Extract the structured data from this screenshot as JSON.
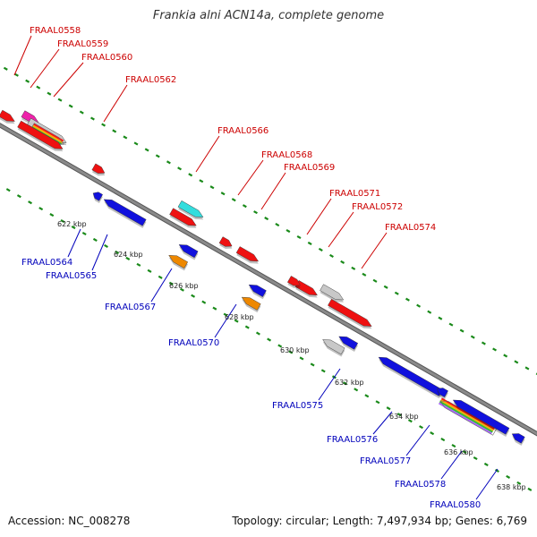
{
  "title": "Frankia alni ACN14a, complete genome",
  "footer": {
    "accession": "Accession: NC_008278",
    "summary": "Topology: circular; Length: 7,497,934 bp; Genes: 6,769"
  },
  "colors": {
    "forward_label": "#cc0000",
    "reverse_label": "#0000bb",
    "backbone": "#8a8a8a",
    "ticks": "#1a8a1a",
    "gene_red": "#ee1111",
    "gene_blue": "#1111dd",
    "gene_cyan": "#33dddd",
    "gene_orange": "#ee8800",
    "gene_gray": "#c8c8c8",
    "gene_magenta": "#ee22aa",
    "gene_multicolor": [
      "#ff1111",
      "#ffaa00",
      "#33bb33",
      "#aa66ff"
    ]
  },
  "forward_genes": [
    {
      "id": "FRAAL0558",
      "color": "magenta"
    },
    {
      "id": "FRAAL0559",
      "color": "gray"
    },
    {
      "id": "FRAAL0560",
      "color": "multicolor"
    },
    {
      "id": "FRAAL0562",
      "color": "red"
    },
    {
      "id": "FRAAL0566",
      "color": "cyan"
    },
    {
      "id": "FRAAL0568",
      "color": "red"
    },
    {
      "id": "FRAAL0569",
      "color": "red"
    },
    {
      "id": "FRAAL0571",
      "color": "red"
    },
    {
      "id": "FRAAL0572",
      "color": "gray"
    },
    {
      "id": "FRAAL0574",
      "color": "red"
    }
  ],
  "reverse_genes": [
    {
      "id": "FRAAL0564",
      "color": "blue"
    },
    {
      "id": "FRAAL0565",
      "color": "blue"
    },
    {
      "id": "FRAAL0567",
      "color": "orange"
    },
    {
      "id": "FRAAL0570",
      "color": "orange"
    },
    {
      "id": "FRAAL0575",
      "color": "gray"
    },
    {
      "id": "FRAAL0576",
      "color": "blue"
    },
    {
      "id": "FRAAL0577",
      "color": "multicolor"
    },
    {
      "id": "FRAAL0578",
      "color": "blue"
    },
    {
      "id": "FRAAL0580",
      "color": "blue"
    }
  ],
  "ruler": [
    "622 kbp",
    "624 kbp",
    "626 kbp",
    "628 kbp",
    "630 kbp",
    "632 kbp",
    "634 kbp",
    "636 kbp",
    "638 kbp"
  ]
}
